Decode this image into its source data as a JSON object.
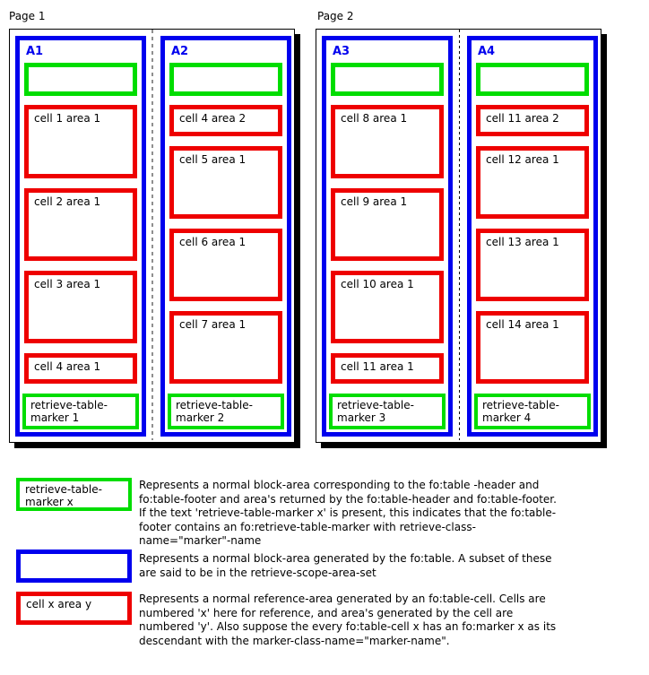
{
  "colors": {
    "blue": "#0000ee",
    "green": "#00dd00",
    "red": "#ee0000",
    "shadow": "#000000",
    "page1_separator": "#8f8f8f",
    "page2_separator": "#000000"
  },
  "pages": [
    {
      "label": "Page 1",
      "columns": [
        {
          "label": "A1",
          "cells": [
            {
              "label": "cell 1 area 1",
              "size": "tall"
            },
            {
              "label": "cell 2 area 1",
              "size": "tall"
            },
            {
              "label": "cell 3 area 1",
              "size": "tall"
            },
            {
              "label": "cell 4 area 1",
              "size": "short"
            }
          ],
          "marker": "retrieve-table-marker 1"
        },
        {
          "label": "A2",
          "cells": [
            {
              "label": "cell 4 area 2",
              "size": "short"
            },
            {
              "label": "cell 5 area 1",
              "size": "tall"
            },
            {
              "label": "cell 6 area 1",
              "size": "tall"
            },
            {
              "label": "cell 7 area 1",
              "size": "tall"
            }
          ],
          "marker": "retrieve-table-marker 2"
        }
      ]
    },
    {
      "label": "Page 2",
      "columns": [
        {
          "label": "A3",
          "cells": [
            {
              "label": "cell 8 area 1",
              "size": "tall"
            },
            {
              "label": "cell 9 area 1",
              "size": "tall"
            },
            {
              "label": "cell 10 area 1",
              "size": "tall"
            },
            {
              "label": "cell 11 area 1",
              "size": "short"
            }
          ],
          "marker": "retrieve-table-marker 3"
        },
        {
          "label": "A4",
          "cells": [
            {
              "label": "cell 11 area 2",
              "size": "short"
            },
            {
              "label": "cell 12 area 1",
              "size": "tall"
            },
            {
              "label": "cell 13 area 1",
              "size": "tall"
            },
            {
              "label": "cell 14 area 1",
              "size": "tall"
            }
          ],
          "marker": "retrieve-table-marker 4"
        }
      ]
    }
  ],
  "legend": [
    {
      "swatch_color": "green",
      "swatch_label": "retrieve-table-marker x",
      "lines": [
        "Represents a normal block-area corresponding to the fo:table -header and",
        "fo:table-footer and area's returned by the fo:table-header and fo:table-footer.",
        "If the text 'retrieve-table-marker x' is present, this indicates that the fo:table-",
        "footer contains an fo:retrieve-table-marker with retrieve-class-",
        "name=\"marker\"-name"
      ]
    },
    {
      "swatch_color": "blue",
      "swatch_label": "",
      "lines": [
        "Represents a normal block-area generated by the fo:table. A subset of these",
        "are said to be in the retrieve-scope-area-set"
      ]
    },
    {
      "swatch_color": "red",
      "swatch_label": "cell x area y",
      "lines": [
        "Represents a normal reference-area generated by an fo:table-cell. Cells are",
        "numbered 'x' here for reference, and area's generated by the cell are",
        "numbered 'y'. Also suppose the every fo:table-cell x has an fo:marker x as its",
        "descendant with the marker-class-name=\"marker-name\"."
      ]
    }
  ]
}
